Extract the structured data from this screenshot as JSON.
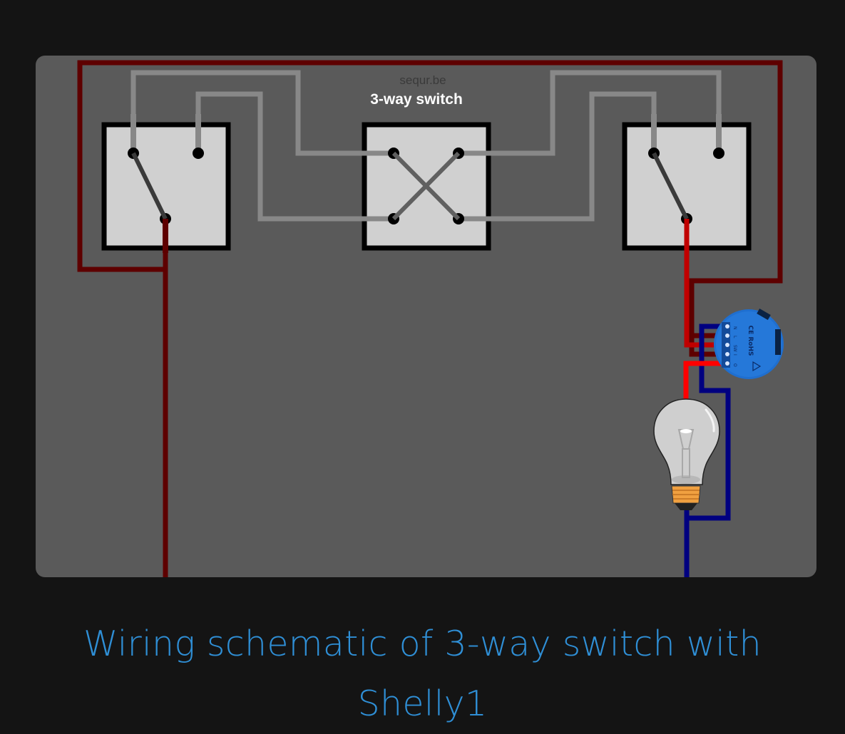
{
  "diagram": {
    "site_label": "sequr.be",
    "title": "3-way switch",
    "components": [
      {
        "id": "switch-left",
        "type": "2-way switch (traveller)"
      },
      {
        "id": "switch-middle",
        "type": "intermediate / crossover switch"
      },
      {
        "id": "switch-right",
        "type": "2-way switch (traveller)"
      },
      {
        "id": "shelly1",
        "type": "Shelly1 relay module"
      },
      {
        "id": "lamp",
        "type": "light bulb"
      }
    ],
    "shelly": {
      "terminal_labels": [
        "N",
        "L",
        "SW",
        "I",
        "O"
      ],
      "markings": "CE RoHS",
      "brand": "Shelly"
    },
    "colors": {
      "panel": "#5a5a5a",
      "live_dark": "#5e0000",
      "live_switched": "#c00000",
      "live_bright": "#ff0000",
      "neutral": "#000080",
      "traveller": "#888888",
      "switch_face": "#d0d0d0"
    }
  },
  "caption": {
    "line1": "Wiring schematic of 3-way switch with",
    "line2": "Shelly1",
    "color": "#2f8fd6"
  }
}
